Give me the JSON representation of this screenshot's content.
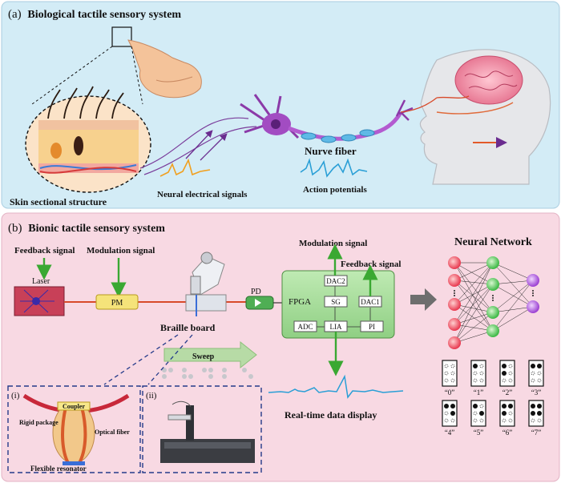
{
  "panel_a": {
    "label": "(a)",
    "title": "Biological tactile sensory system",
    "skin_label": "Skin sectional structure",
    "neural_signals_label": "Neural electrical signals",
    "nerve_label": "Nurve fiber",
    "action_label": "Action potentials"
  },
  "panel_b": {
    "label": "(b)",
    "title": "Bionic tactile sensory system",
    "feedback_signal": "Feedback signal",
    "modulation_signal": "Modulation signal",
    "laser": "Laser",
    "pm": "PM",
    "pd": "PD",
    "braille_board": "Braille board",
    "sweep": "Sweep",
    "fpga": {
      "title": "FPGA",
      "modulation_out": "Modulation signal",
      "feedback_out": "Feedback signal",
      "dac2": "DAC2",
      "sg": "SG",
      "dac1": "DAC1",
      "adc": "ADC",
      "lia": "LIA",
      "pi": "PI"
    },
    "realtime": "Real-time data display",
    "neural_network": "Neural Network",
    "inset_i": {
      "tag": "(i)",
      "coupler": "Coupler",
      "rigid": "Rigid package",
      "fiber": "Optical fiber",
      "resonator": "Flexible resonator"
    },
    "inset_ii": {
      "tag": "(ii)"
    },
    "braille_labels": [
      "“0”",
      "“1”",
      "“2”",
      "“3”",
      "“4”",
      "“5”",
      "“6”",
      "“7”"
    ],
    "colors": {
      "panel_a_bg": "#d3ecf6",
      "panel_b_bg": "#f8d9e3",
      "fpga_green": "#a6dc9a",
      "arrow_green": "#3aa832",
      "fiber_red": "#d84a2a",
      "signal_blue": "#2a9fd6"
    }
  }
}
